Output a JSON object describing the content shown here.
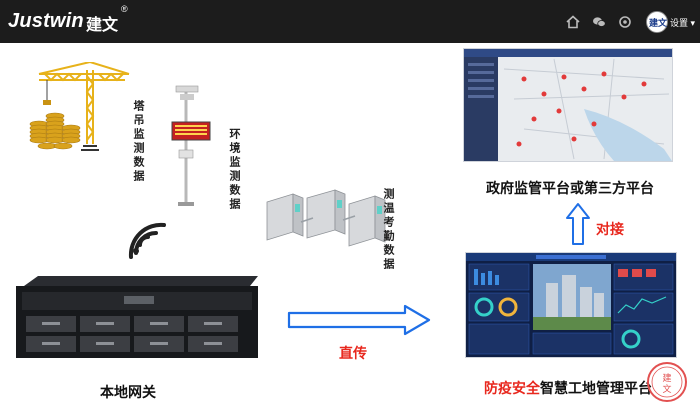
{
  "header": {
    "brand_en": "Justwin",
    "brand_cn": "建文",
    "registered": "®",
    "settings_label": "设置 ▾",
    "logo_text": "建文"
  },
  "diagram": {
    "tower_crane_label": "塔吊监测数据",
    "env_label": "环境监测数据",
    "gate_label": "测温考勤数据",
    "gateway_label": "本地网关",
    "gov_label": "政府监管平台或第三方平台",
    "dock_label": "对接",
    "direct_label": "直传",
    "platform_label_red": "防疫安全",
    "platform_label_black": "智慧工地管理平台",
    "stamp_text": "建文"
  },
  "colors": {
    "accent_red": "#e8281e",
    "arrow_blue": "#1f6fe6",
    "topbar": "#1c1c1c"
  }
}
